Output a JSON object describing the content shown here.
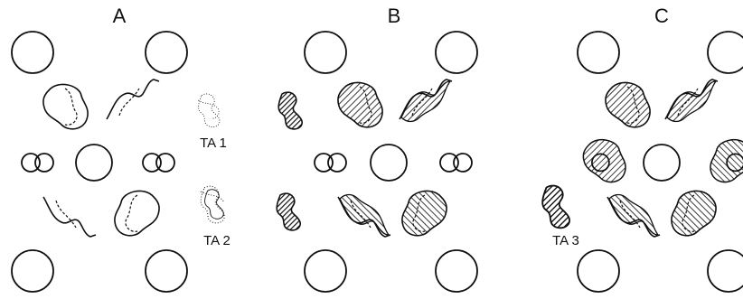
{
  "panels": {
    "a": "A",
    "b": "B",
    "c": "C"
  },
  "labels": {
    "ta1": "TA 1",
    "ta2": "TA 2",
    "ta3": "TA 3"
  }
}
